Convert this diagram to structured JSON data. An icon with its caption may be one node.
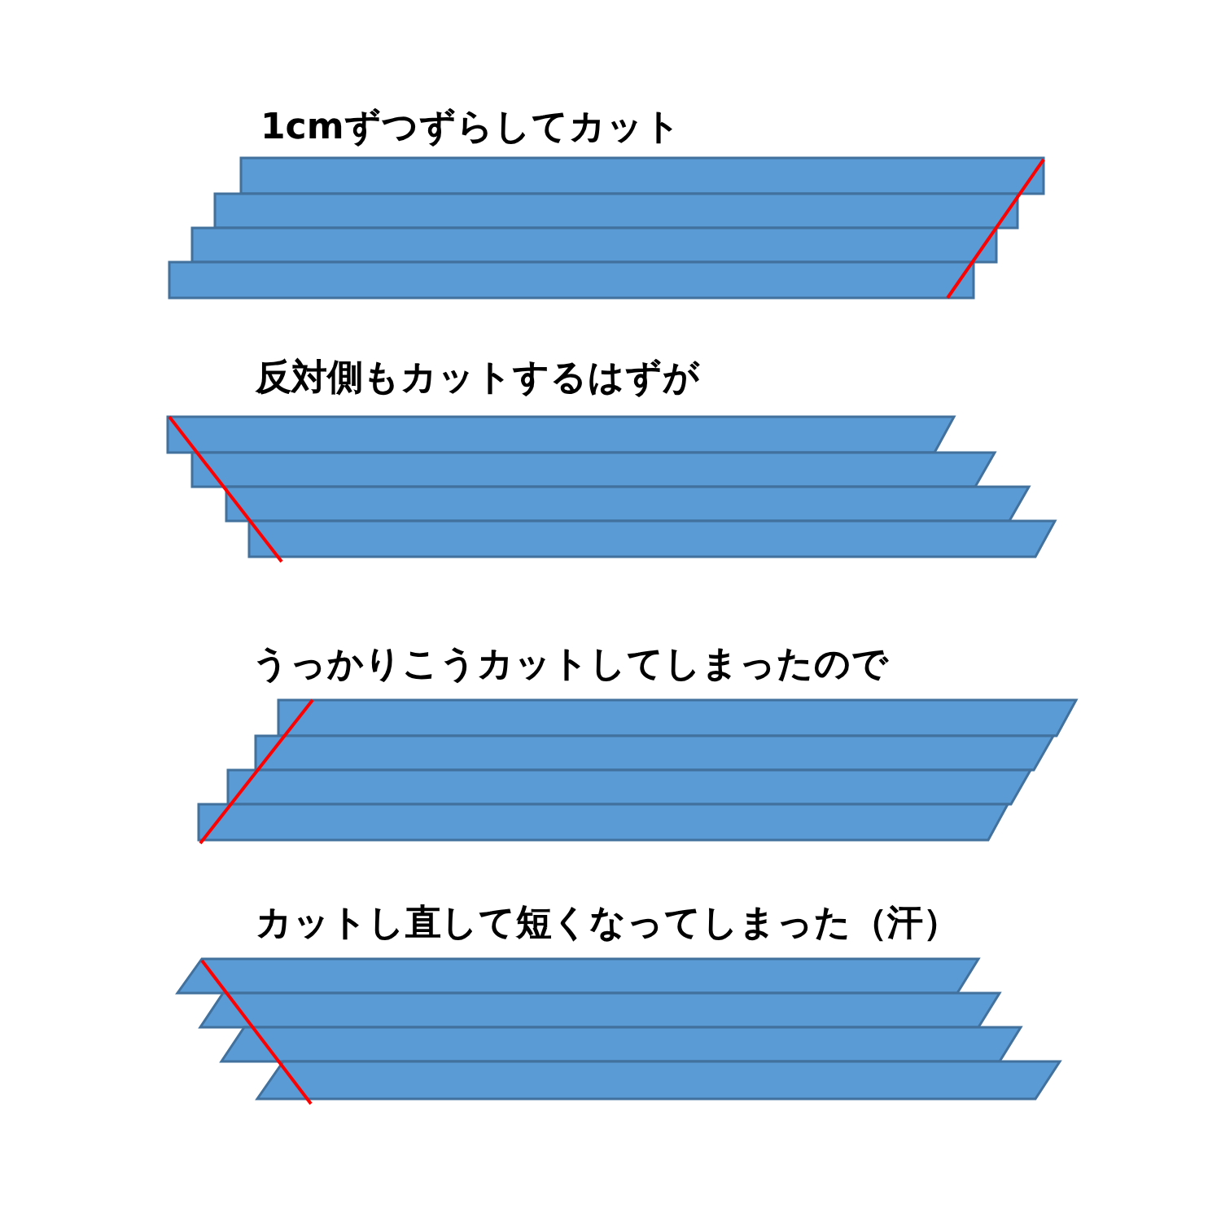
{
  "diagram": {
    "labels": [
      "1cmずつずらしてカット",
      "反対側もカットするはずが",
      "うっかりこうカットしてしまったので",
      "カットし直して短くなってしまった（汗）"
    ]
  }
}
